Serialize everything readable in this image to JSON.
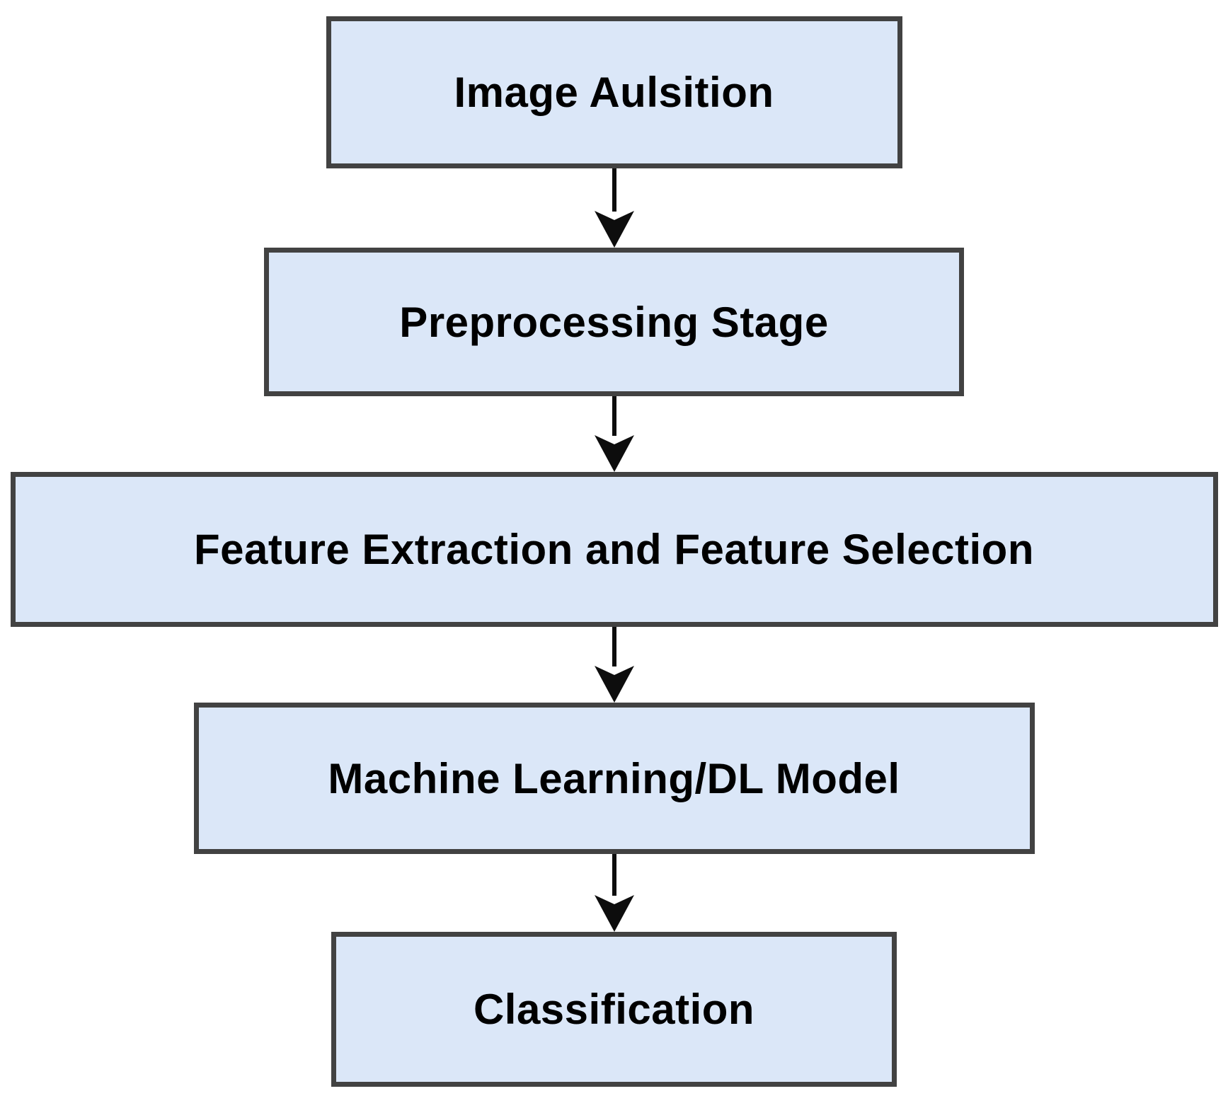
{
  "diagram": {
    "type": "flowchart",
    "orientation": "top-to-bottom",
    "colors": {
      "background": "#ffffff",
      "node_fill": "#dbe7f8",
      "node_border": "#424242",
      "arrow": "#0d0d0d",
      "text": "#000000"
    },
    "nodes": [
      {
        "id": "image-acquisition",
        "label": "Image Aulsition"
      },
      {
        "id": "preprocessing-stage",
        "label": "Preprocessing Stage"
      },
      {
        "id": "feature-extraction-and-selection",
        "label": "Feature Extraction and Feature Selection"
      },
      {
        "id": "machine-learning-dl-model",
        "label": "Machine Learning/DL Model"
      },
      {
        "id": "classification",
        "label": "Classification"
      }
    ],
    "edges": [
      {
        "from": "image-acquisition",
        "to": "preprocessing-stage"
      },
      {
        "from": "preprocessing-stage",
        "to": "feature-extraction-and-selection"
      },
      {
        "from": "feature-extraction-and-selection",
        "to": "machine-learning-dl-model"
      },
      {
        "from": "machine-learning-dl-model",
        "to": "classification"
      }
    ]
  }
}
